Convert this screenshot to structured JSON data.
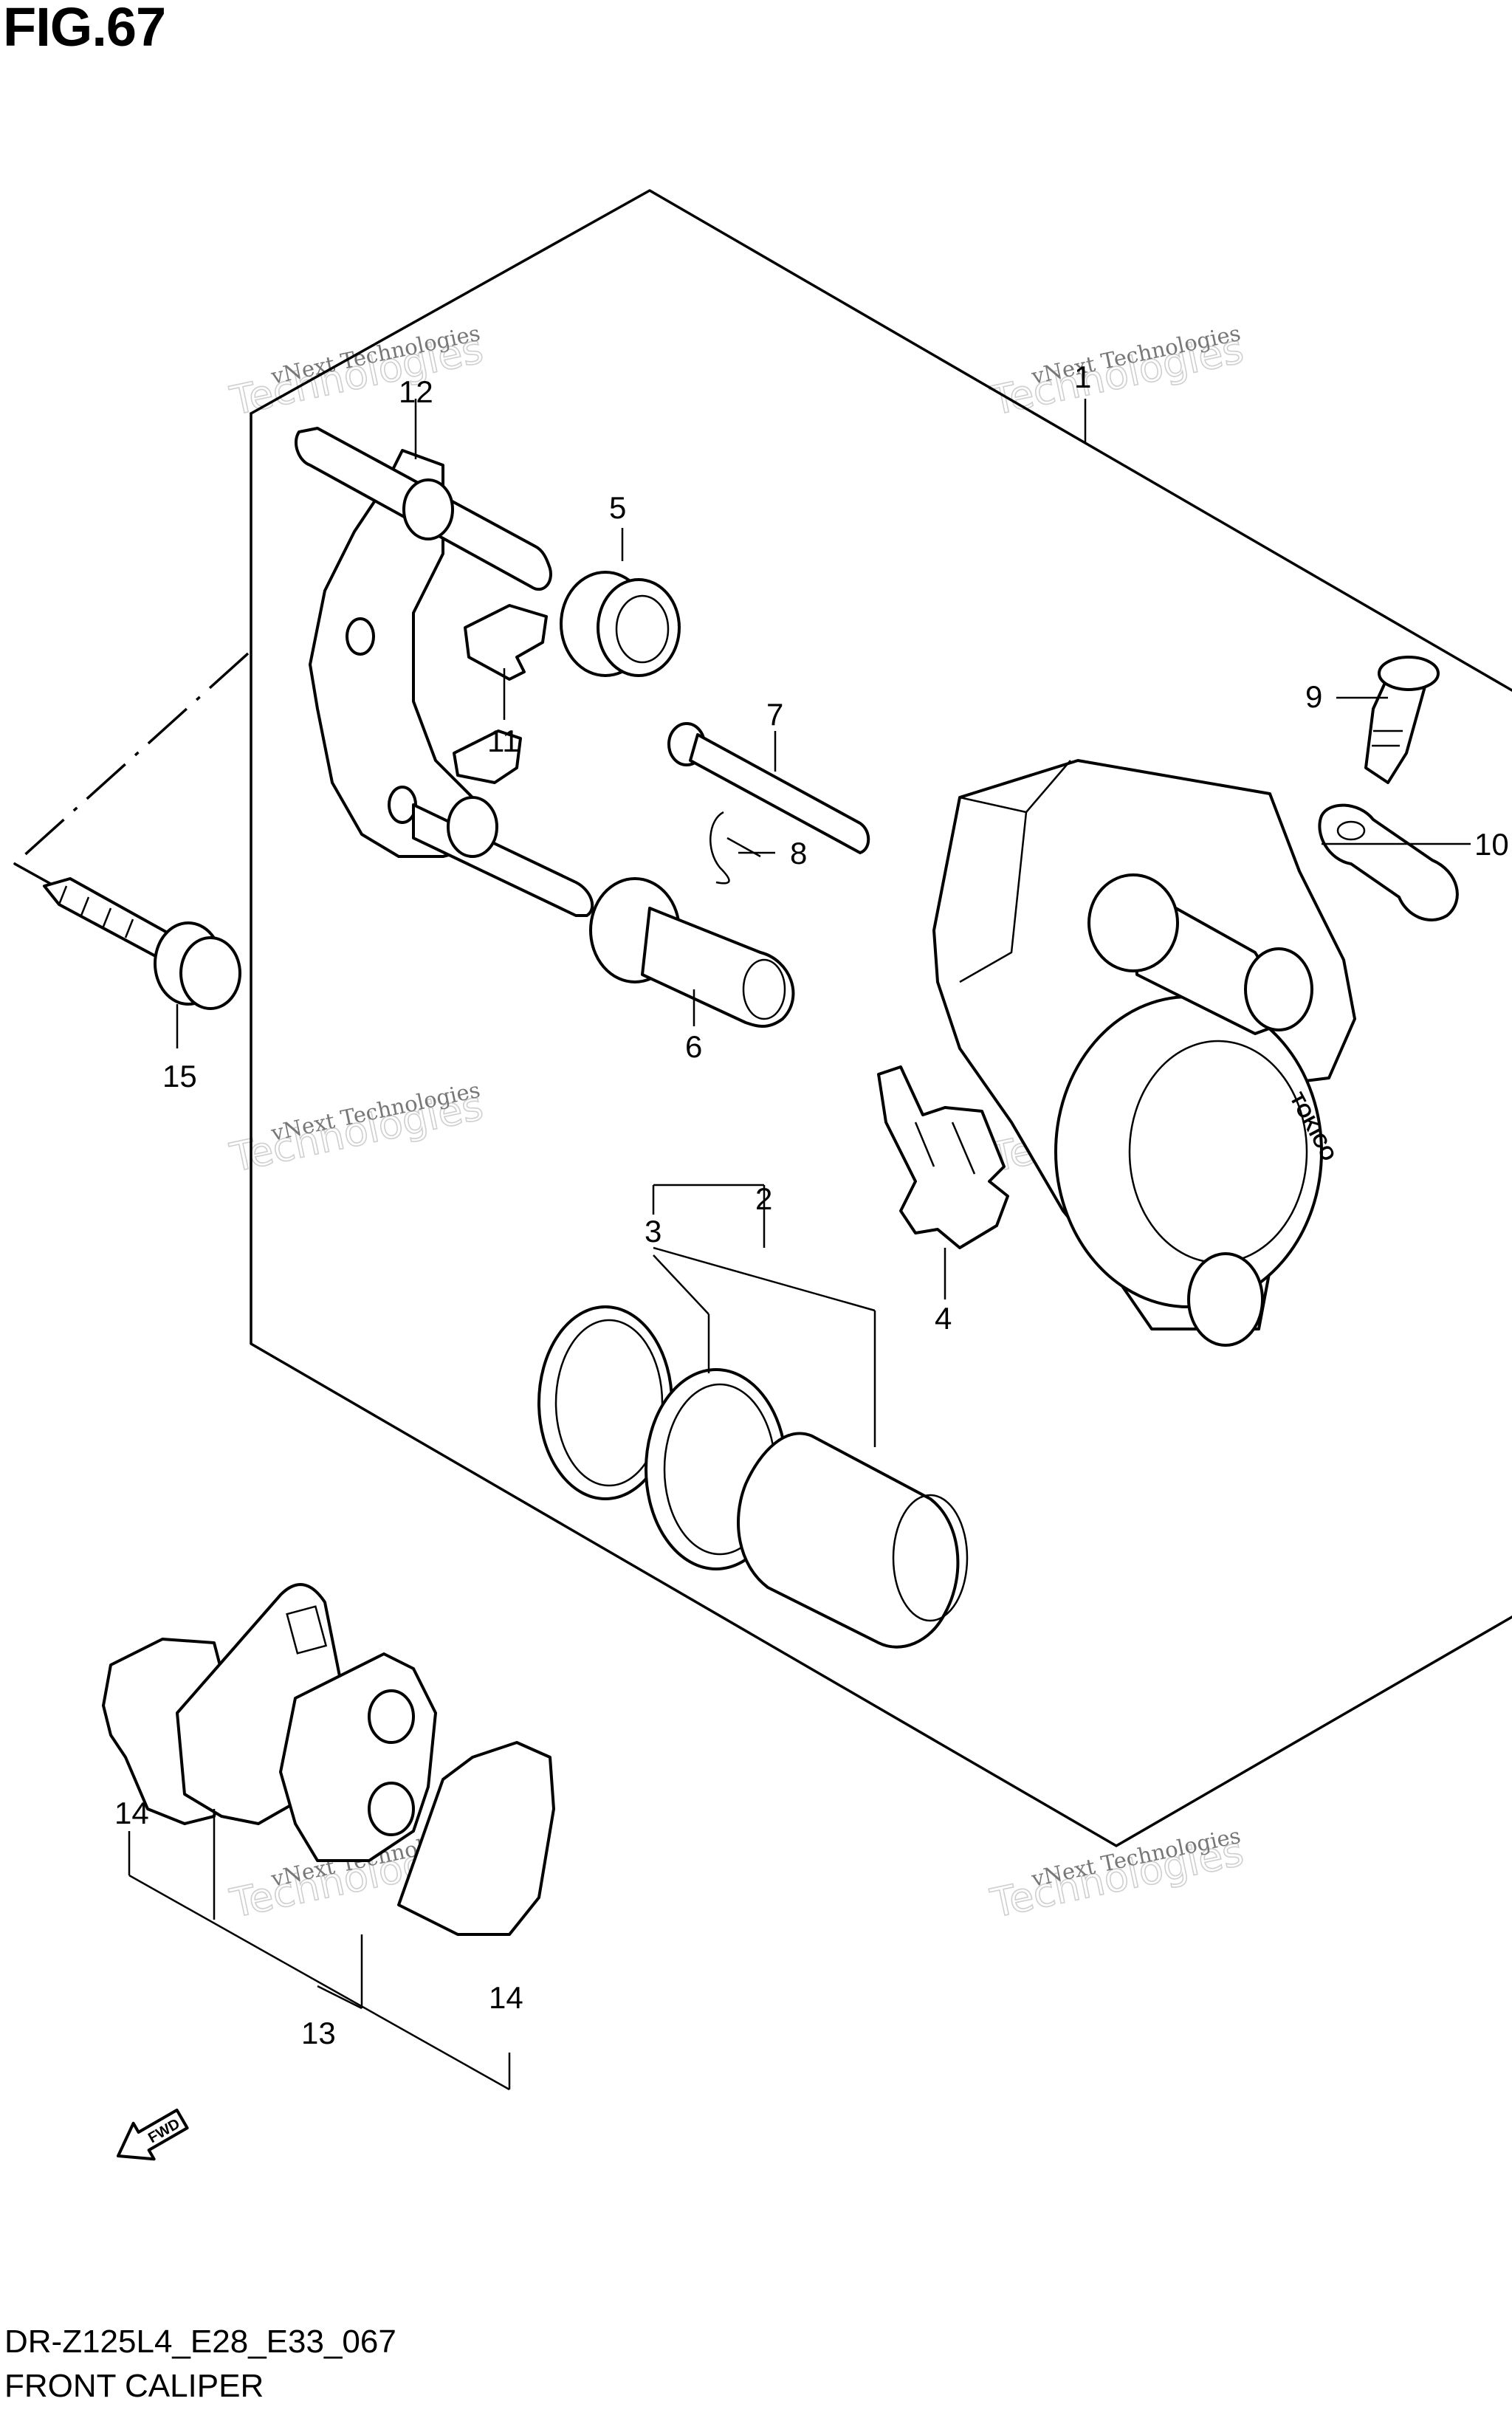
{
  "figure": {
    "title": "FIG.67"
  },
  "footer": {
    "model_code": "DR-Z125L4_E28_E33_067",
    "section_name": "FRONT CALIPER"
  },
  "watermark": {
    "line1": "vNext Technologies",
    "line2": "Technologies"
  },
  "fwd_label": "FWD",
  "brand_label": "TOKICO",
  "callouts": [
    {
      "id": "c1",
      "label": "1"
    },
    {
      "id": "c2",
      "label": "2"
    },
    {
      "id": "c3",
      "label": "3"
    },
    {
      "id": "c4",
      "label": "4"
    },
    {
      "id": "c5",
      "label": "5"
    },
    {
      "id": "c6",
      "label": "6"
    },
    {
      "id": "c7",
      "label": "7"
    },
    {
      "id": "c8",
      "label": "8"
    },
    {
      "id": "c9",
      "label": "9"
    },
    {
      "id": "c10",
      "label": "10"
    },
    {
      "id": "c11",
      "label": "11"
    },
    {
      "id": "c12",
      "label": "12"
    },
    {
      "id": "c13",
      "label": "13"
    },
    {
      "id": "c14a",
      "label": "14"
    },
    {
      "id": "c14b",
      "label": "14"
    },
    {
      "id": "c15",
      "label": "15"
    }
  ]
}
